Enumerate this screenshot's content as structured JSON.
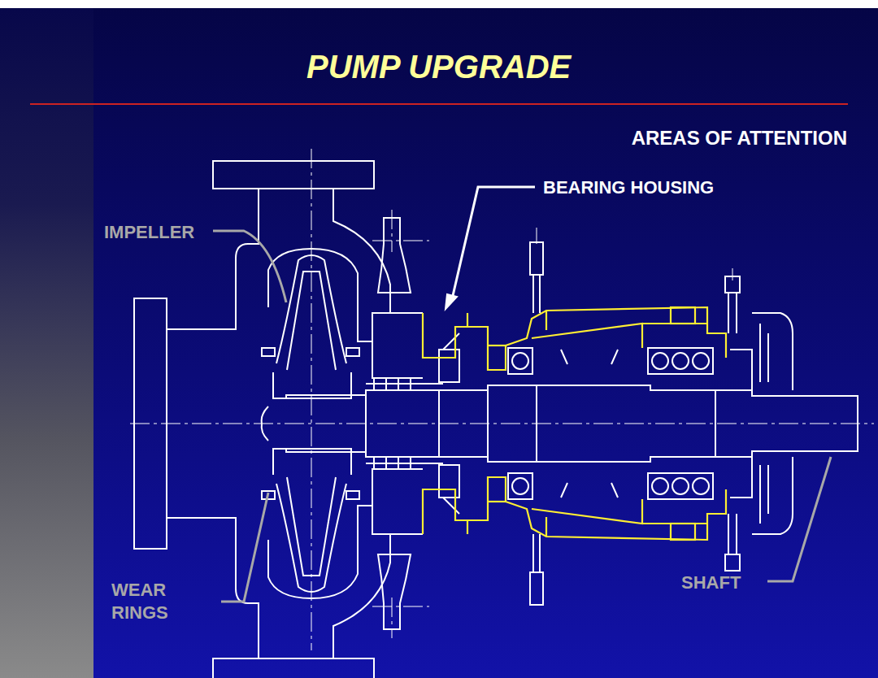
{
  "diagram": {
    "title": "PUMP UPGRADE",
    "labels": [
      "AREAS OF ATTENTION",
      "BEARING HOUSING",
      "IMPELLER",
      "WEAR RINGS",
      "SHAFT"
    ]
  }
}
